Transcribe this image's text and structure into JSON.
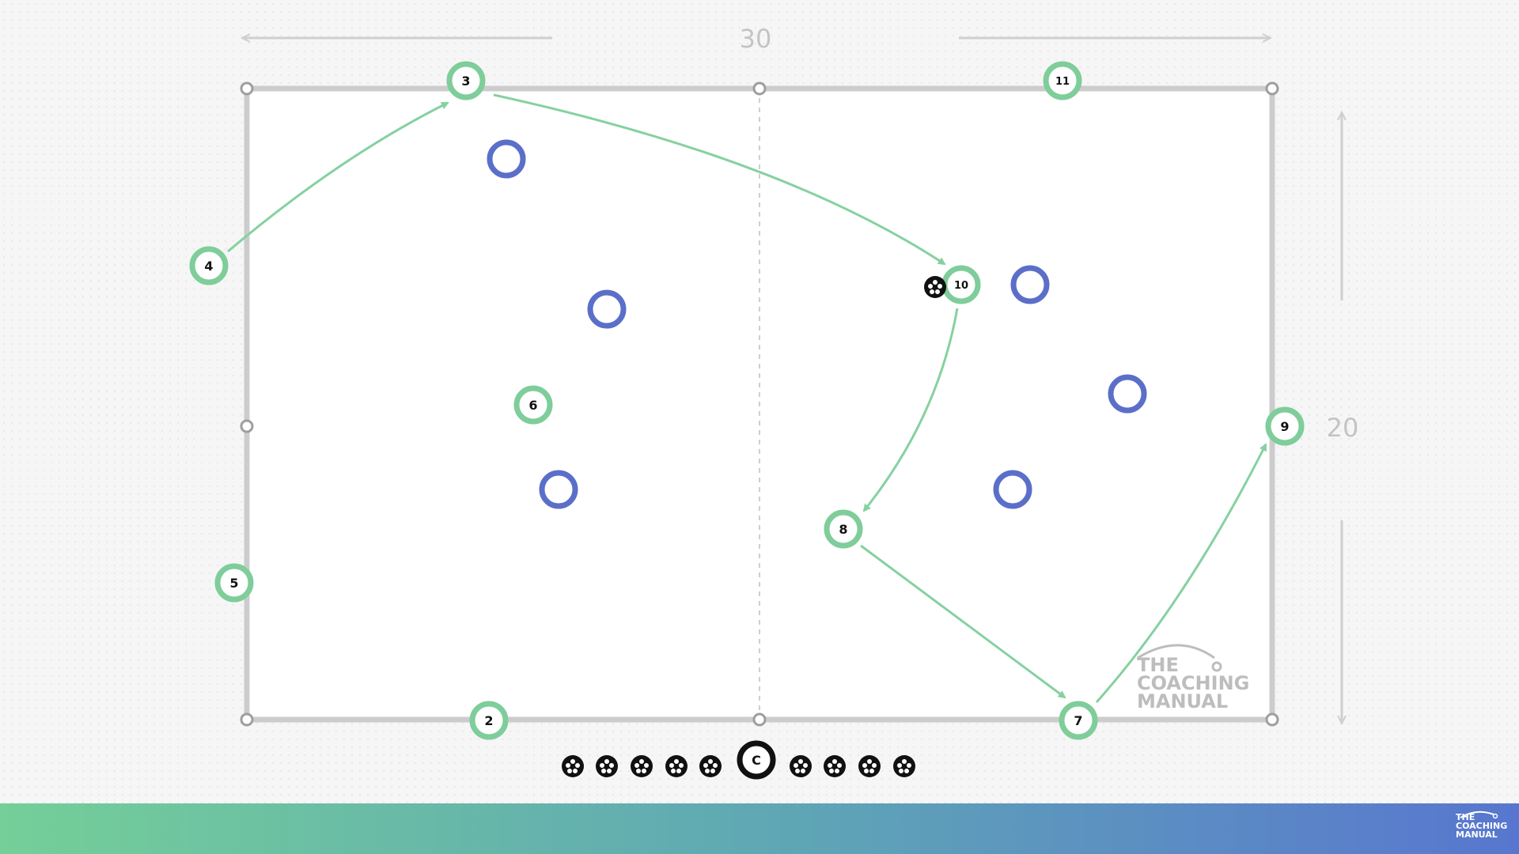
{
  "dimensions": {
    "width_label": "30",
    "height_label": "20"
  },
  "players_green": [
    {
      "id": "p2",
      "label": "2"
    },
    {
      "id": "p3",
      "label": "3"
    },
    {
      "id": "p4",
      "label": "4"
    },
    {
      "id": "p5",
      "label": "5"
    },
    {
      "id": "p6",
      "label": "6"
    },
    {
      "id": "p7",
      "label": "7"
    },
    {
      "id": "p8",
      "label": "8"
    },
    {
      "id": "p9",
      "label": "9"
    },
    {
      "id": "p10",
      "label": "10"
    },
    {
      "id": "p11",
      "label": "11"
    }
  ],
  "coach": {
    "label": "C"
  },
  "watermark": {
    "line1": "THE",
    "line2": "COACHING",
    "line3": "MANUAL"
  },
  "footer_logo": {
    "line1": "THE",
    "line2": "COACHING",
    "line3": "MANUAL"
  },
  "colors": {
    "pitch_line": "#cccccc",
    "player_green": "#7fcd9a",
    "opponent_blue": "#5b6fc9",
    "arrow_green": "#86d1a0",
    "gradient_start": "#74cf98",
    "gradient_end": "#5876cf"
  }
}
